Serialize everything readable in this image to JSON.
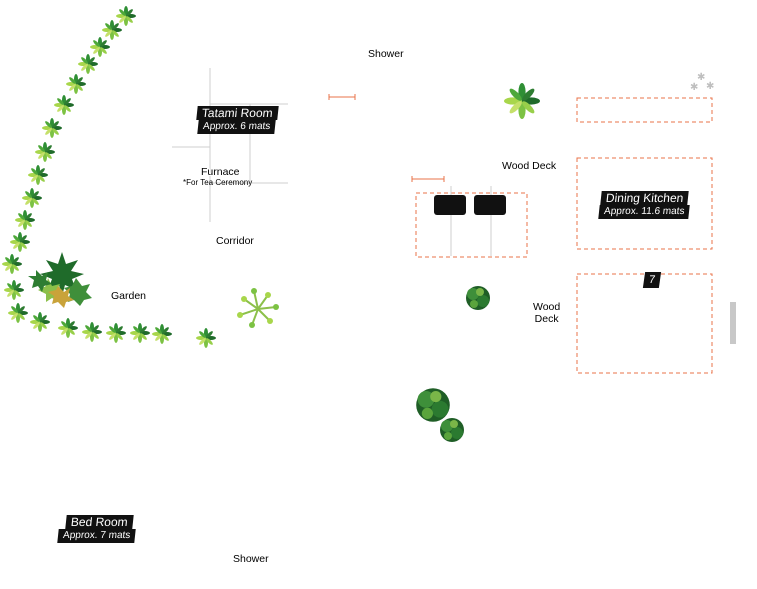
{
  "labels": {
    "shower_top": "Shower",
    "tatami_title": "Tatami Room",
    "tatami_sub": "Approx. 6 mats",
    "furnace": "Furnace",
    "furnace_note": "*For Tea Ceremony",
    "corridor": "Corridor",
    "garden": "Garden",
    "wood_deck_top": "Wood Deck",
    "dining_title": "Dining Kitchen",
    "dining_sub": "Approx. 11.6 mats",
    "room_number": "7",
    "wood_deck_side_1": "Wood",
    "wood_deck_side_2": "Deck",
    "bed_title": "Bed Room",
    "bed_sub": "Approx. 7 mats",
    "shower_bottom": "Shower"
  },
  "colors": {
    "dashed_outline": "#e8734a",
    "plant_dark": "#1f6b2a",
    "plant_mid": "#4ea83a",
    "plant_light": "#a8d64b",
    "wall_grey": "#c8c8c8"
  },
  "icons": [
    "leaf-hedge-icon",
    "maple-tree-icon",
    "shrub-icon",
    "sparkle-icon",
    "seat-icon"
  ]
}
